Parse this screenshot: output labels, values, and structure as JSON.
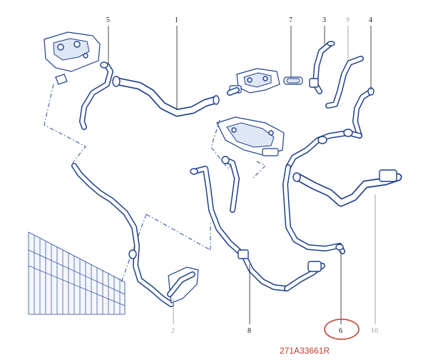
{
  "callouts": {
    "c1": "1",
    "c2": "2",
    "c3": "3",
    "c4": "4",
    "c5": "5",
    "c6": "6",
    "c7": "7",
    "c8": "8",
    "c9": "9",
    "c10": "10"
  },
  "part_number": "271A33661R",
  "colors": {
    "line": "#1e3f8c",
    "highlight": "#c0392b",
    "muted_callout": "#a0a0a0"
  }
}
